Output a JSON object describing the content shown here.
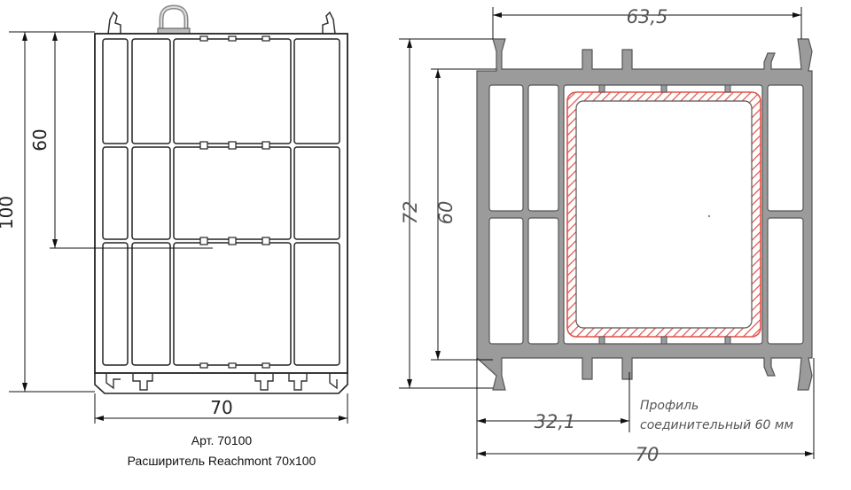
{
  "left_drawing": {
    "dim_height_total": "100",
    "dim_height_inner": "60",
    "dim_width": "70"
  },
  "right_drawing": {
    "dim_top_width": "63,5",
    "dim_height_outer": "72",
    "dim_height_inner": "60",
    "dim_partial_width": "32,1",
    "dim_bottom_width": "70",
    "note_line1": "Профиль",
    "note_line2": "соединительный 60 мм"
  },
  "caption": {
    "article": "Арт. 70100",
    "product": "Расширитель Reachmont 70x100"
  },
  "colors": {
    "profile_gray": "#9b9b9b",
    "line_dark": "#333333",
    "hatch_red": "#e0504a"
  }
}
